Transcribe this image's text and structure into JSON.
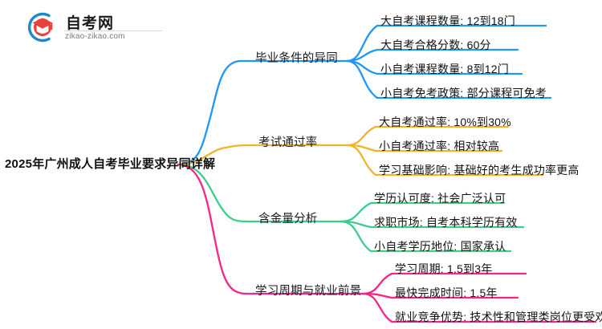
{
  "logo": {
    "name": "自考网",
    "url": "zikao-zikao.com",
    "mark_colors": {
      "ring": "#1e88c7",
      "cap": "#e8403a"
    }
  },
  "mindmap": {
    "root": "2025年广州成人自考毕业要求异同详解",
    "branches": [
      {
        "label": "毕业条件的异同",
        "color": "#2196F3",
        "leaves": [
          "大自考课程数量: 12到18门",
          "大自考合格分数: 60分",
          "小自考课程数量: 8到12门",
          "小自考免考政策: 部分课程可免考"
        ]
      },
      {
        "label": "考试通过率",
        "color": "#F0B429",
        "leaves": [
          "大自考通过率: 10%到30%",
          "小自考通过率: 相对较高",
          "学习基础影响: 基础好的考生成功率更高"
        ]
      },
      {
        "label": "含金量分析",
        "color": "#3DCC8A",
        "leaves": [
          "学历认可度: 社会广泛认可",
          "求职市场: 自考本科学历有效",
          "小自考学历地位: 国家承认"
        ]
      },
      {
        "label": "学习周期与就业前景",
        "color": "#F72585",
        "leaves": [
          "学习周期: 1.5到3年",
          "最快完成时间: 1.5年",
          "就业竞争优势: 技术性和管理类岗位更受欢迎"
        ]
      }
    ]
  }
}
